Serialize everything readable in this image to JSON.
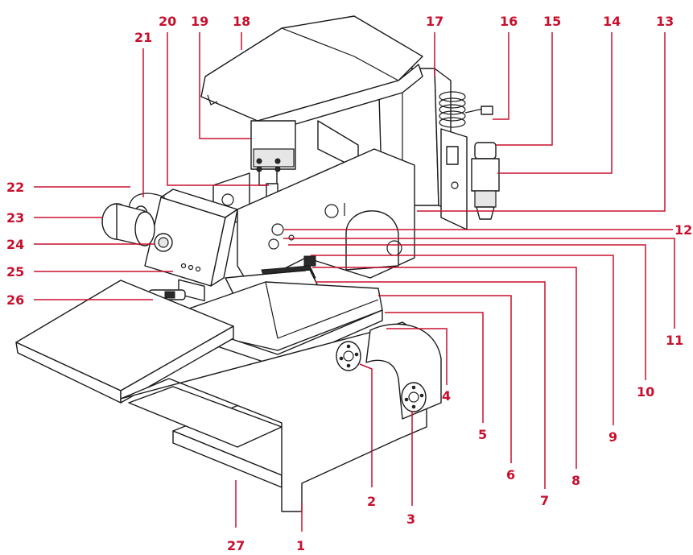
{
  "callouts": [
    {
      "id": "1",
      "label": "1"
    },
    {
      "id": "2",
      "label": "2"
    },
    {
      "id": "3",
      "label": "3"
    },
    {
      "id": "4",
      "label": "4"
    },
    {
      "id": "5",
      "label": "5"
    },
    {
      "id": "6",
      "label": "6"
    },
    {
      "id": "7",
      "label": "7"
    },
    {
      "id": "8",
      "label": "8"
    },
    {
      "id": "9",
      "label": "9"
    },
    {
      "id": "10",
      "label": "10"
    },
    {
      "id": "11",
      "label": "11"
    },
    {
      "id": "12",
      "label": "12"
    },
    {
      "id": "13",
      "label": "13"
    },
    {
      "id": "14",
      "label": "14"
    },
    {
      "id": "15",
      "label": "15"
    },
    {
      "id": "16",
      "label": "16"
    },
    {
      "id": "17",
      "label": "17"
    },
    {
      "id": "18",
      "label": "18"
    },
    {
      "id": "19",
      "label": "19"
    },
    {
      "id": "20",
      "label": "20"
    },
    {
      "id": "21",
      "label": "21"
    },
    {
      "id": "22",
      "label": "22"
    },
    {
      "id": "23",
      "label": "23"
    },
    {
      "id": "24",
      "label": "24"
    },
    {
      "id": "25",
      "label": "25"
    },
    {
      "id": "26",
      "label": "26"
    },
    {
      "id": "27",
      "label": "27"
    }
  ],
  "colors": {
    "callout": "#c8102e",
    "line_art": "#1a1a1a",
    "background": "#ffffff"
  }
}
